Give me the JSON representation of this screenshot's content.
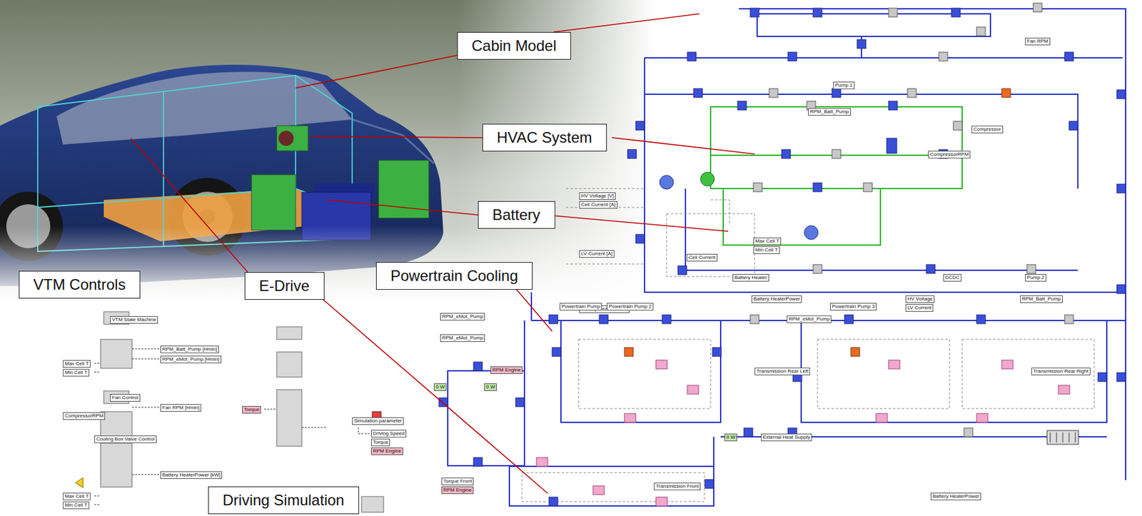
{
  "diagram": {
    "nodes": [
      {
        "text": [
          "Cabin Model"
        ]
      },
      {
        "text": [
          "HVAC System"
        ]
      },
      {
        "text": [
          "Battery"
        ]
      },
      {
        "text": [
          "Powertrain Cooling"
        ]
      },
      {
        "text": [
          "E-Drive"
        ]
      },
      {
        "text": [
          "VTM Controls"
        ]
      },
      {
        "text": [
          "Driving Simulation"
        ]
      }
    ],
    "labels": [
      "RPM_Batt_Pump",
      "Cell Current",
      "HV Voltage",
      "LV Current",
      "Battery HeaterPower",
      "RPM_Batt_Pump",
      "CompressorRPM",
      "Fan RPM",
      "Max Cell T",
      "Min Cell T",
      "HV Voltage [V]",
      "Cell Current [A]",
      "LV Current [A]",
      "Battery HeaterPower",
      "RPM_eMot_Pump",
      "RPM_eMot_Pump",
      "RPM_eMot_Pump",
      "RPM Engine",
      "Torque Front",
      "RPM Engine",
      "Battery HeaterPower",
      "External Heat Supply",
      "0 W",
      "0 W",
      "0 W",
      "VTM State Machine",
      "RPM_Batt_Pump [Hmin]",
      "RPM_eMot_Pump [Hmin]",
      "Max Cell T",
      "Min Cell T",
      "Fan Control",
      "Fan RPM [Hmin]",
      "CompressorRPM",
      "Cooling Box Valve Control",
      "Battery HeaterPower [kW]",
      "Max Cell T",
      "Min Cell T",
      "Torque",
      "Simulation parameter",
      "Driving Speed",
      "Torque",
      "RPM Engine",
      "Pump 1",
      "Pump 2",
      "Battery Heater",
      "DCDC",
      "Compressor",
      "Powertrain Pump",
      "Powertrain Pump 2",
      "Powertrain Pump 3",
      "Transmission Front",
      "Transmission Rear Left",
      "Transmission Rear Right"
    ]
  }
}
